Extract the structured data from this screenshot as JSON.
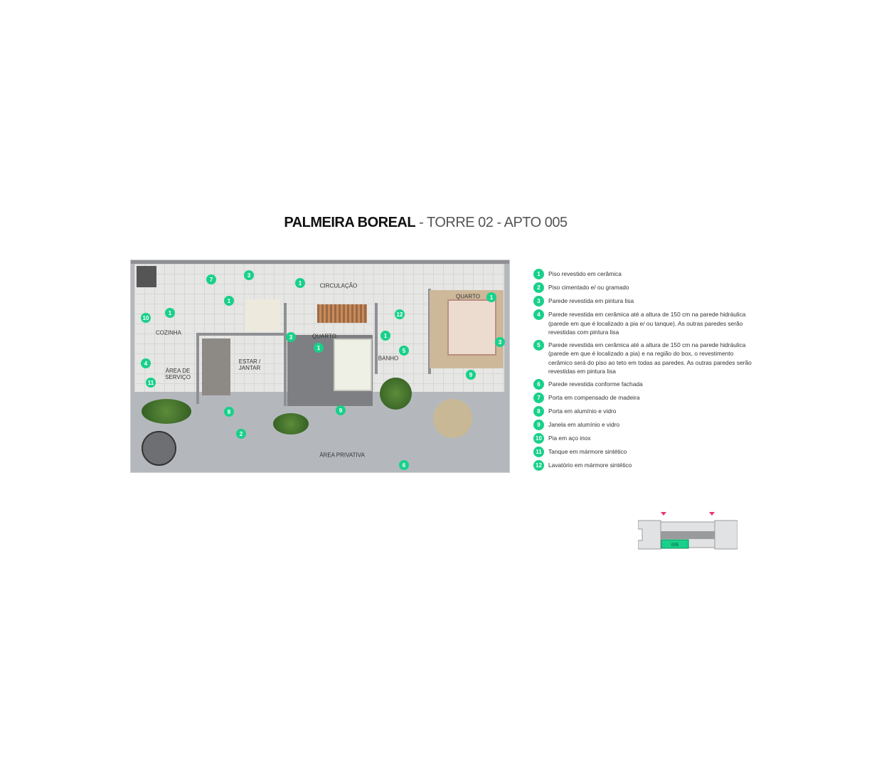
{
  "title": {
    "bold": "PALMEIRA BOREAL",
    "rest": " - TORRE 02 - APTO 005"
  },
  "rooms": {
    "circulacao": "CIRCULAÇÃO",
    "quarto1": "QUARTO",
    "quarto2": "QUARTO",
    "cozinha": "COZINHA",
    "estar": "ESTAR /\nJANTAR",
    "servico": "ÁREA DE\nSERVIÇO",
    "banho": "BANHO",
    "privativa": "ÁREA PRIVATIVA"
  },
  "markers": [
    "7",
    "3",
    "1",
    "1",
    "1",
    "10",
    "3",
    "12",
    "1",
    "1",
    "5",
    "1",
    "3",
    "4",
    "11",
    "9",
    "8",
    "9",
    "2",
    "6"
  ],
  "legend": [
    {
      "n": "1",
      "text": "Piso revestido em cerâmica"
    },
    {
      "n": "2",
      "text": "Piso cimentado e/ ou gramado"
    },
    {
      "n": "3",
      "text": "Parede revestida em pintura lisa"
    },
    {
      "n": "4",
      "text": "Parede revestida em cerâmica até a altura de 150 cm na parede hidráulica (parede em que é localizado a pia e/ ou tanque). As outras paredes serão revestidas com pintura lisa"
    },
    {
      "n": "5",
      "text": "Parede revestida em cerâmica até a altura de 150 cm na parede hidráulica (parede em que é localizado a pia) e na região do box, o revestimento cerâmico será do piso ao teto em todas as paredes. As outras paredes serão revestidas em pintura lisa"
    },
    {
      "n": "6",
      "text": "Parede revestida conforme fachada"
    },
    {
      "n": "7",
      "text": "Porta em compensado de madeira"
    },
    {
      "n": "8",
      "text": "Porta em alumínio e vidro"
    },
    {
      "n": "9",
      "text": "Janela em alumínio e vidro"
    },
    {
      "n": "10",
      "text": "Pia em aço inox"
    },
    {
      "n": "11",
      "text": "Tanque em mármore sintético"
    },
    {
      "n": "12",
      "text": "Lavatório em mármore sintético"
    }
  ],
  "keyplan": {
    "unit": "005"
  },
  "colors": {
    "accent": "#19d08a",
    "arrow": "#e8336d"
  }
}
